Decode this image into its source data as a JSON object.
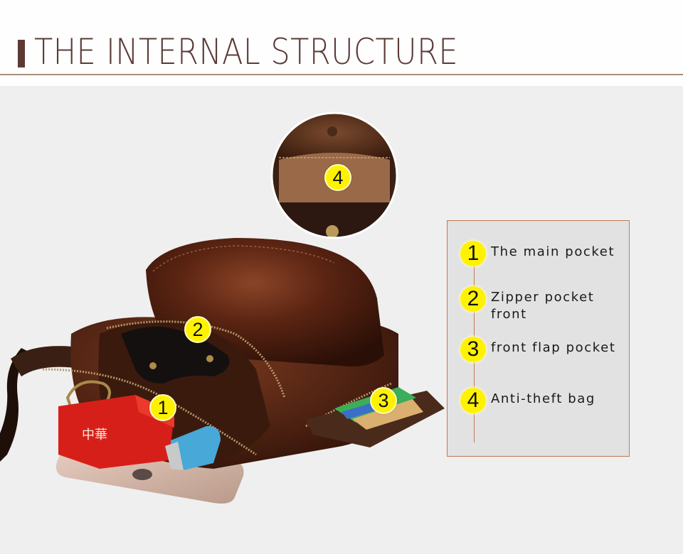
{
  "header": {
    "title": "THE INTERNAL STRUCTURE"
  },
  "colors": {
    "title": "#5a3a36",
    "accent_bar": "#5e3835",
    "rule": "#a88f7c",
    "stage_bg": "#efefef",
    "legend_bg": "#e2e2e2",
    "legend_border": "#c07a55",
    "badge": "#fff200"
  },
  "photo_badges": [
    {
      "number": "1",
      "pocket": "main-pocket"
    },
    {
      "number": "2",
      "pocket": "zipper-pocket-front"
    },
    {
      "number": "3",
      "pocket": "front-flap-pocket"
    },
    {
      "number": "4",
      "pocket": "anti-theft-bag"
    }
  ],
  "photo_items": {
    "cigarette_box_text": "中華"
  },
  "legend": {
    "items": [
      {
        "number": "1",
        "label": "The main pocket"
      },
      {
        "number": "2",
        "label": "Zipper pocket front"
      },
      {
        "number": "3",
        "label": "front flap pocket"
      },
      {
        "number": "4",
        "label": "Anti-theft bag"
      }
    ]
  }
}
